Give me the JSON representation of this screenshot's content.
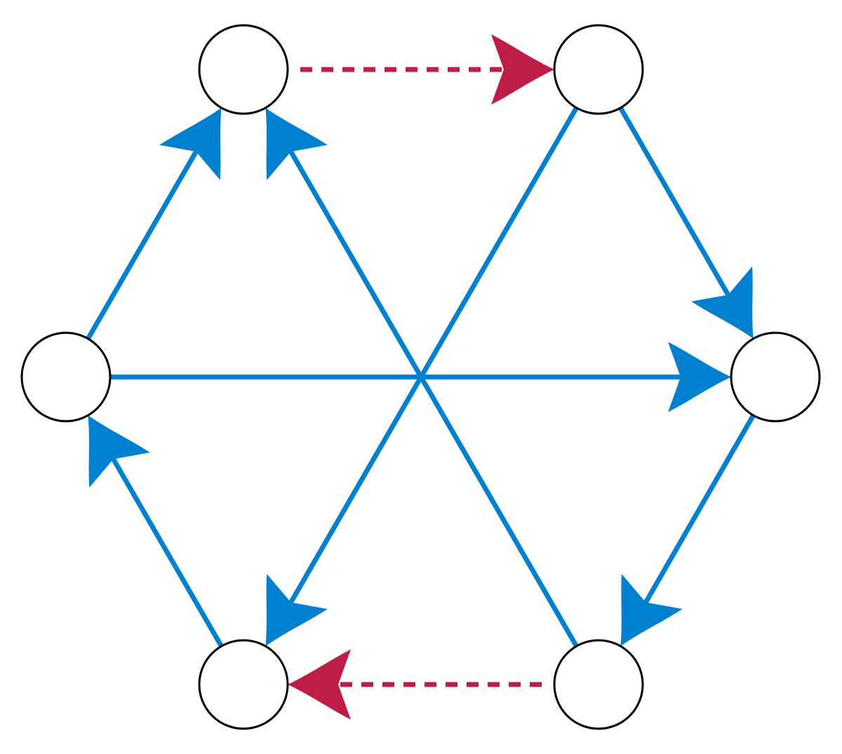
{
  "diagram": {
    "type": "directed-graph",
    "layout": "hexagon",
    "node_count": 6,
    "node_labels": [],
    "colors": {
      "background": "#ffffff",
      "node_fill": "#ffffff",
      "node_stroke": "#000000",
      "solid_edge": "#0080CF",
      "dotted_edge": "#BE1E46"
    },
    "nodes": [
      {
        "id": "top-left"
      },
      {
        "id": "top-right"
      },
      {
        "id": "right"
      },
      {
        "id": "bottom-right"
      },
      {
        "id": "bottom-left"
      },
      {
        "id": "left"
      }
    ],
    "edges": [
      {
        "from": "top-left",
        "to": "top-right",
        "style": "dotted"
      },
      {
        "from": "top-right",
        "to": "right",
        "style": "solid"
      },
      {
        "from": "right",
        "to": "bottom-right",
        "style": "solid"
      },
      {
        "from": "bottom-right",
        "to": "bottom-left",
        "style": "dotted"
      },
      {
        "from": "bottom-left",
        "to": "left",
        "style": "solid"
      },
      {
        "from": "left",
        "to": "top-left",
        "style": "solid"
      },
      {
        "from": "left",
        "to": "right",
        "style": "solid"
      },
      {
        "from": "top-right",
        "to": "bottom-left",
        "style": "solid"
      },
      {
        "from": "bottom-right",
        "to": "top-left",
        "style": "solid"
      }
    ]
  }
}
